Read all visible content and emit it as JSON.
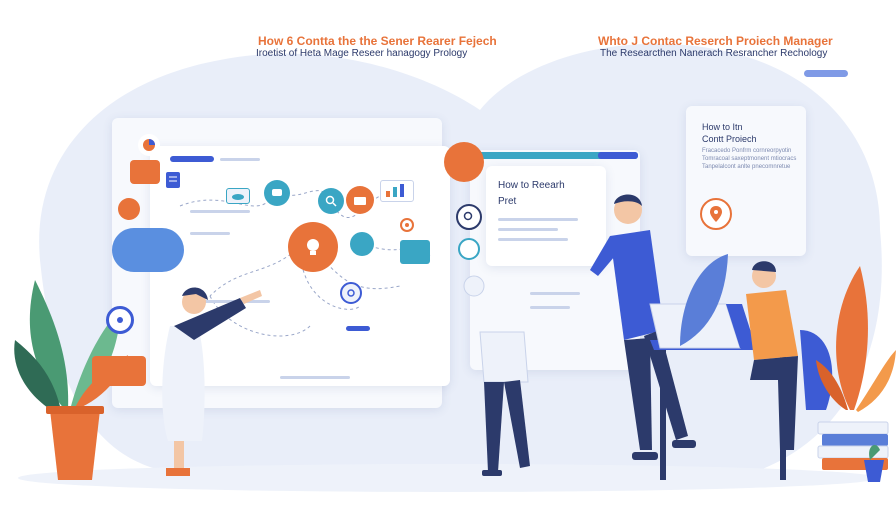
{
  "header_left": {
    "title": "How 6 Contta the the Sener Rearer Fejech",
    "subtitle": "Iroetist of Heta Mage Reseer hanagogy Prology"
  },
  "header_right": {
    "title": "Whto J Contac Reserch Proiech Manager",
    "subtitle": "The Researcthen Nanerach Resrancher Rechology"
  },
  "main_panel": {
    "heading_line1": "How to Reearh",
    "heading_line2": "Pret"
  },
  "side_panel": {
    "heading_line1": "How to Itn",
    "heading_line2": "Contt Proiech",
    "text_line1": "Fracacedo Ponfrm cornreorpyotin",
    "text_line2": "Tomracoal saxeptmonent mtiocracs",
    "text_line3": "Tanpelalcont anlte pnecomnretue"
  },
  "colors": {
    "accent_orange": "#e8733a",
    "accent_blue": "#3d5bd4",
    "teal": "#3aa6c4",
    "navy": "#2c3a6b",
    "bg_blob": "#e9eef9"
  },
  "icons": [
    "lightbulb-icon",
    "chart-icon",
    "gear-icon",
    "cloud-icon",
    "search-icon",
    "folder-icon",
    "location-pin-icon",
    "laptop-icon",
    "document-icon",
    "chat-icon"
  ]
}
